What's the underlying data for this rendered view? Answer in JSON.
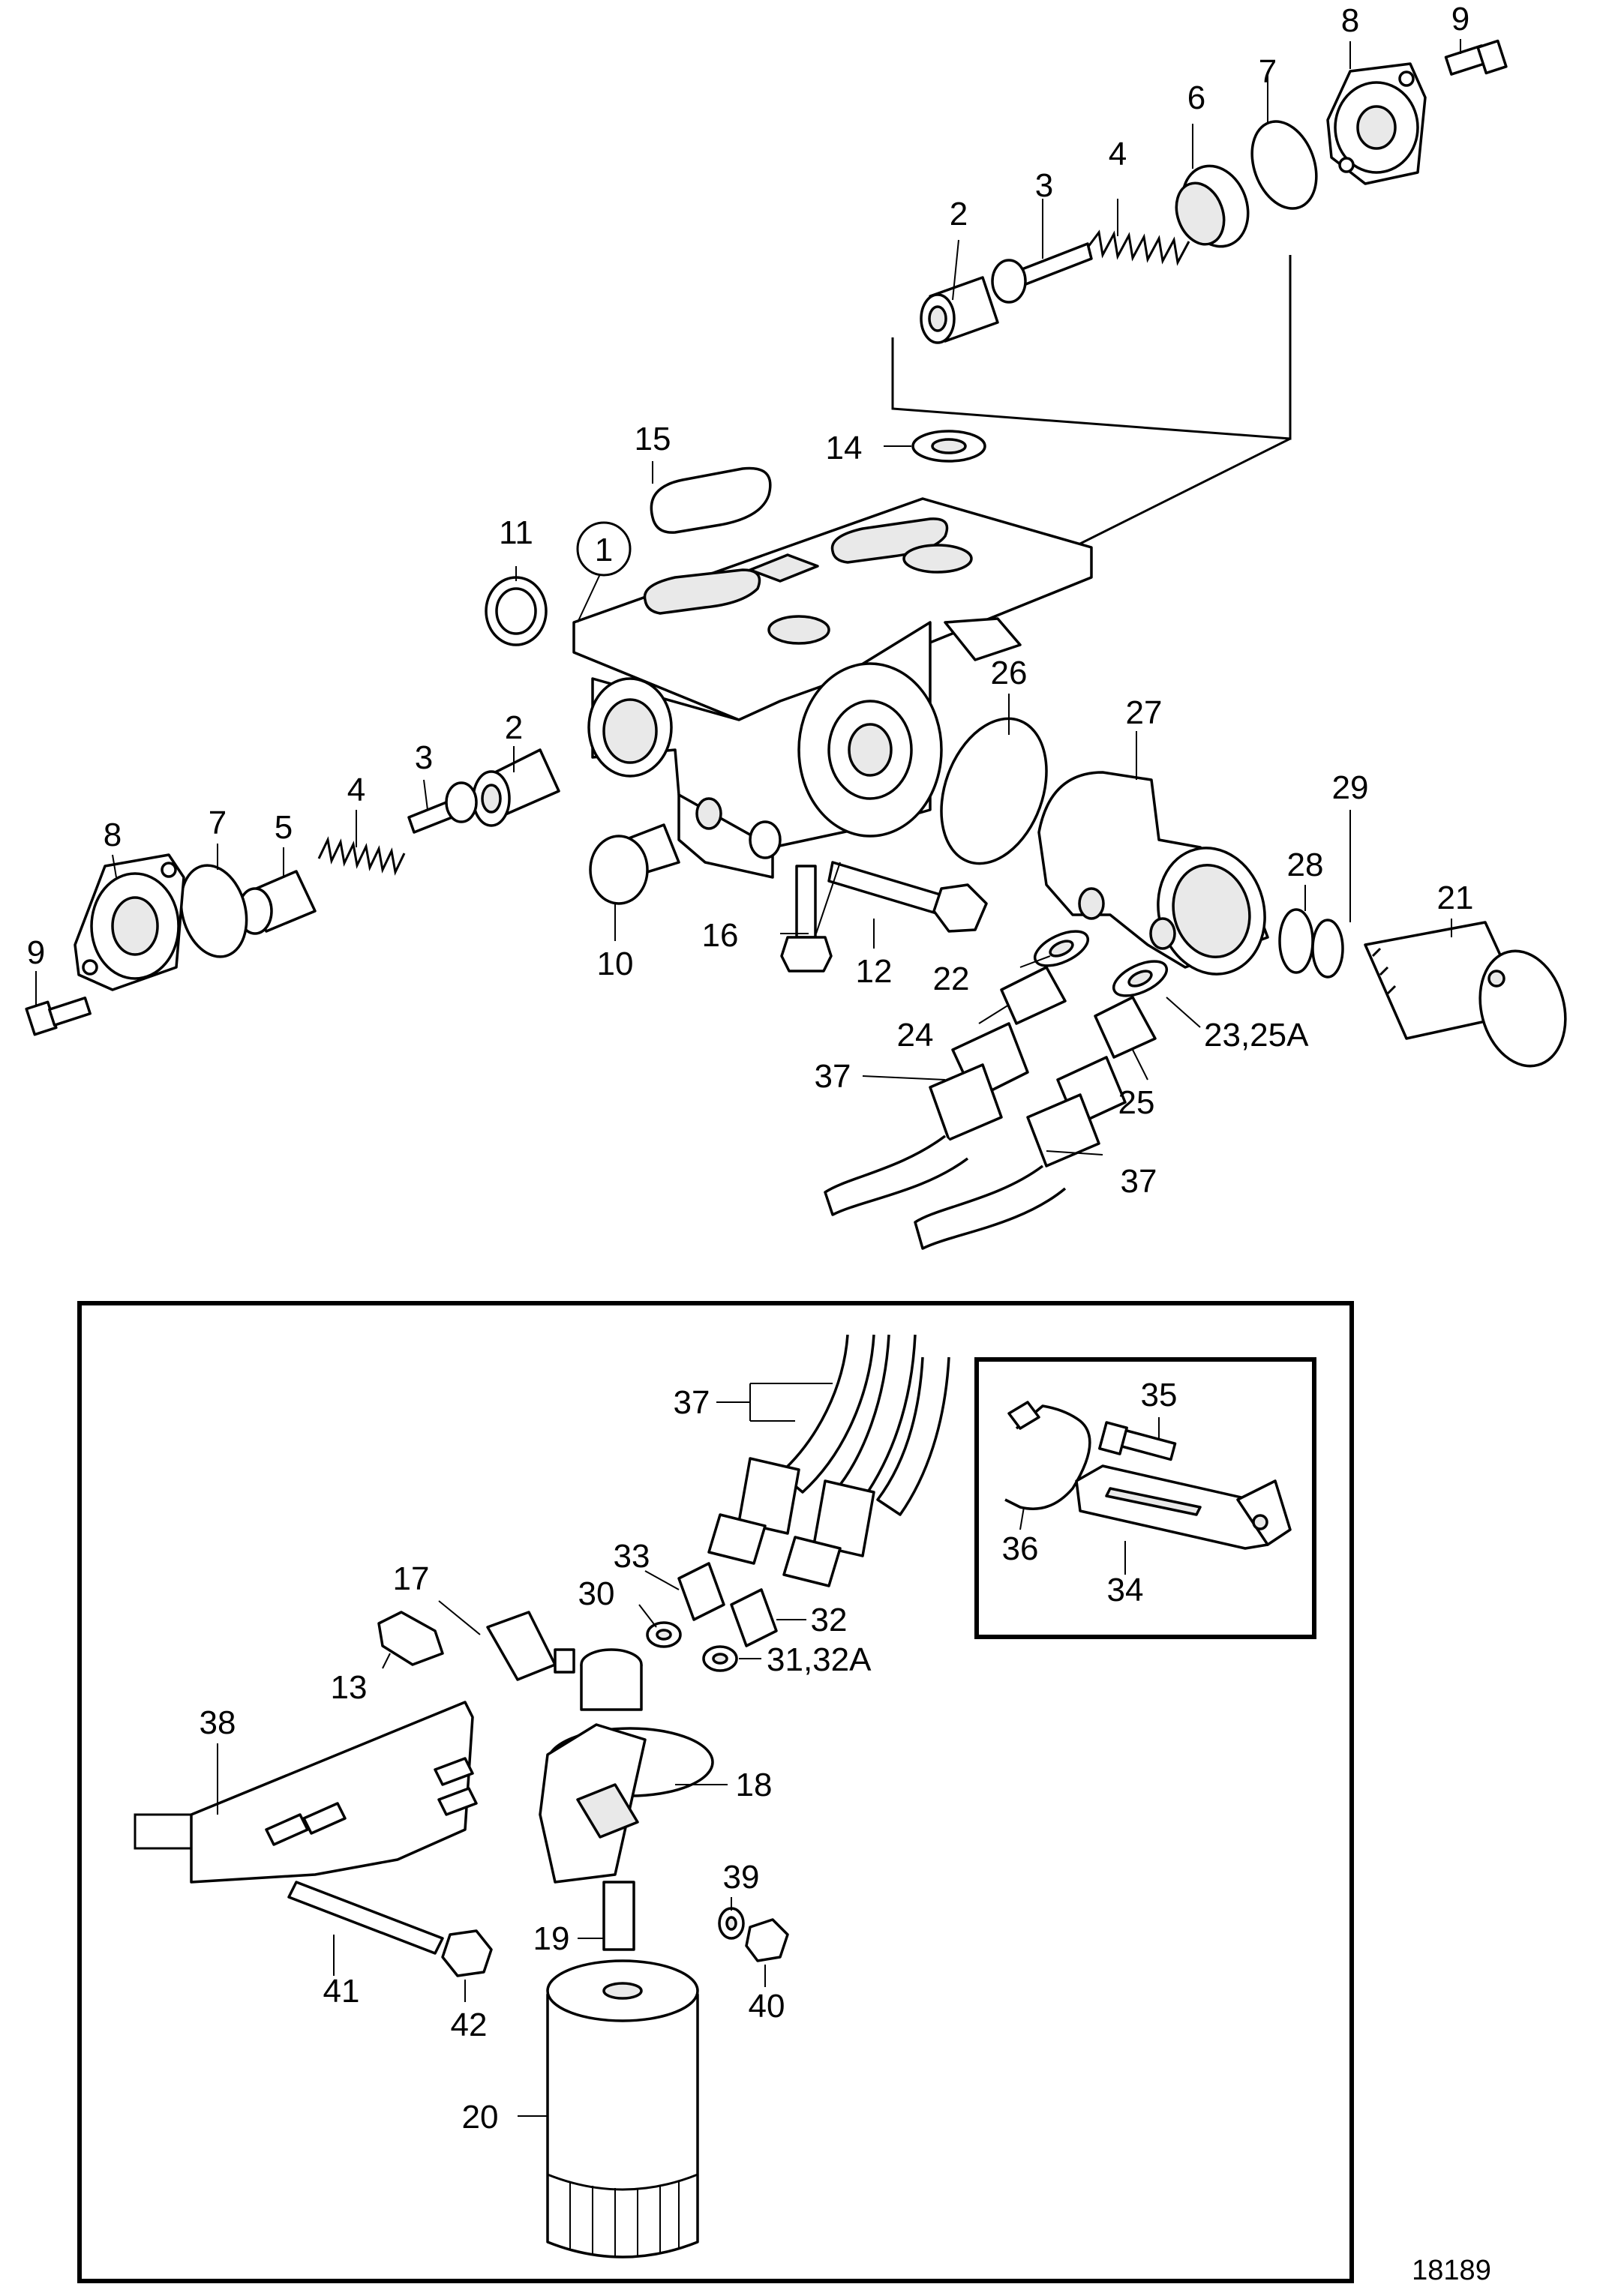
{
  "figure_number": "18189",
  "callouts": {
    "c1": "1",
    "c2a": "2",
    "c2b": "2",
    "c3a": "3",
    "c3b": "3",
    "c4a": "4",
    "c4b": "4",
    "c5": "5",
    "c6": "6",
    "c7a": "7",
    "c7b": "7",
    "c8a": "8",
    "c8b": "8",
    "c9a": "9",
    "c9b": "9",
    "c10": "10",
    "c11": "11",
    "c12": "12",
    "c13": "13",
    "c14": "14",
    "c15": "15",
    "c16": "16",
    "c17": "17",
    "c18": "18",
    "c19": "19",
    "c20": "20",
    "c21": "21",
    "c22": "22",
    "c23_25a": "23,25A",
    "c24": "24",
    "c25": "25",
    "c26": "26",
    "c27": "27",
    "c28": "28",
    "c29": "29",
    "c30": "30",
    "c31_32a": "31,32A",
    "c32": "32",
    "c33": "33",
    "c34": "34",
    "c35": "35",
    "c36": "36",
    "c37a": "37",
    "c37b": "37",
    "c37c": "37",
    "c38": "38",
    "c39": "39",
    "c40": "40",
    "c41": "41",
    "c42": "42"
  }
}
